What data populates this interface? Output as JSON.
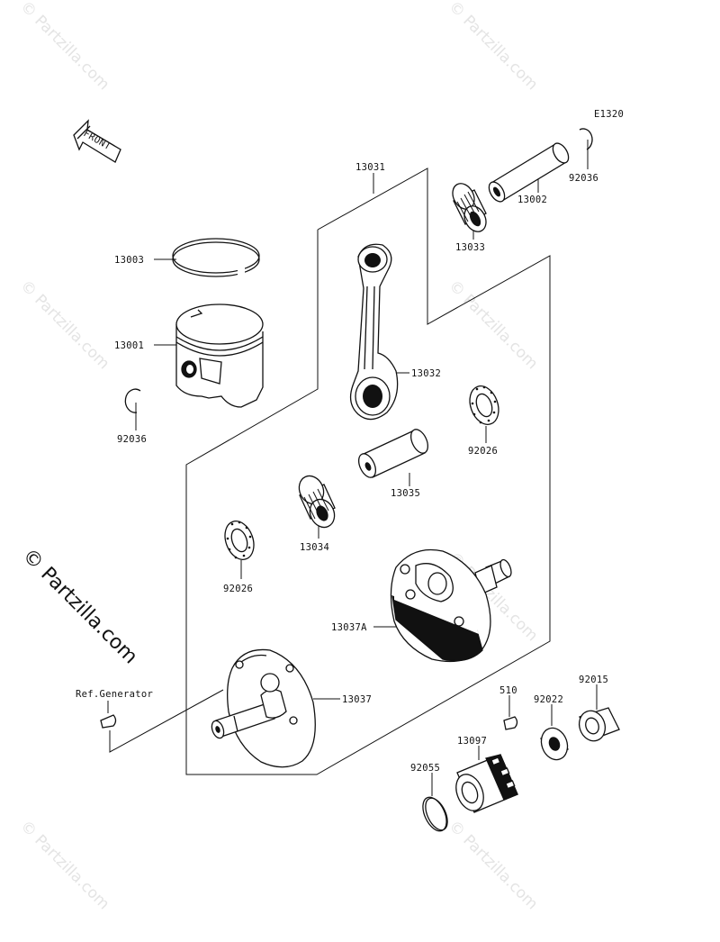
{
  "diagram_id": "E1320",
  "front_arrow_label": "FRONT",
  "watermark_text": "© Partzilla.com",
  "side_watermark_text": "© Partzilla.com",
  "ref_label": "Ref.Generator",
  "parts": {
    "p13031": "13031",
    "p13002": "13002",
    "p92036_top": "92036",
    "p13033": "13033",
    "p13003": "13003",
    "p13001": "13001",
    "p92036_left": "92036",
    "p13032": "13032",
    "p92026_right": "92026",
    "p13035": "13035",
    "p13034": "13034",
    "p92026_left": "92026",
    "p13037A": "13037A",
    "p13037": "13037",
    "p510": "510",
    "p92022": "92022",
    "p92015": "92015",
    "p13097": "13097",
    "p92055": "92055"
  }
}
